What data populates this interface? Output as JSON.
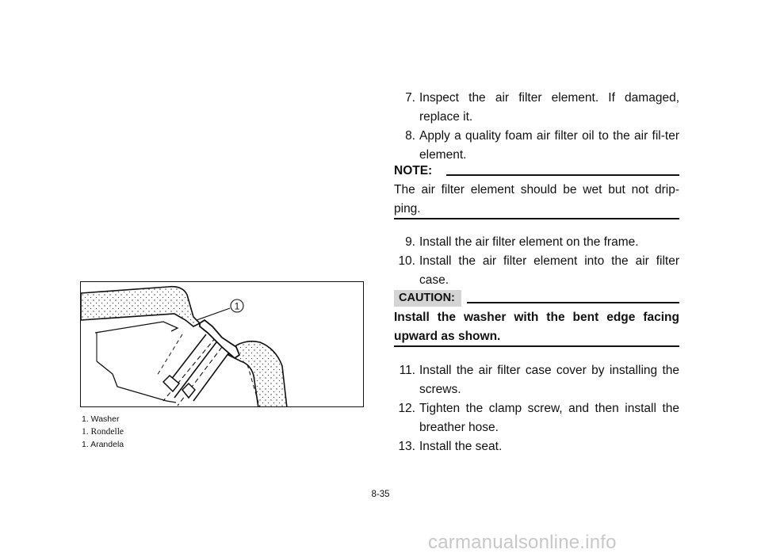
{
  "figure": {
    "callout": "1",
    "captions": [
      "1.  Washer",
      "1.  Rondelle",
      "1.  Arandela"
    ]
  },
  "steps_top": [
    {
      "num": "7.",
      "text": "Inspect the air filter element. If damaged, replace it."
    },
    {
      "num": "8.",
      "text": "Apply a quality foam air filter oil to the air fil-ter element."
    }
  ],
  "note": {
    "label": "NOTE:",
    "text": "The air filter element should be wet but not drip-ping."
  },
  "steps_mid": [
    {
      "num": "9.",
      "text": "Install the air filter element on the frame."
    },
    {
      "num": "10.",
      "text": "Install the air filter element into the air filter case."
    }
  ],
  "caution": {
    "label": "CAUTION:",
    "text": "Install the washer with the bent edge facing upward as shown."
  },
  "steps_bottom": [
    {
      "num": "11.",
      "text": "Install the air filter case cover by installing the screws."
    },
    {
      "num": "12.",
      "text": "Tighten the clamp screw, and then install the breather hose."
    },
    {
      "num": "13.",
      "text": "Install the seat."
    }
  ],
  "page_number": "8-35",
  "watermark": "carmanualsonline.info"
}
